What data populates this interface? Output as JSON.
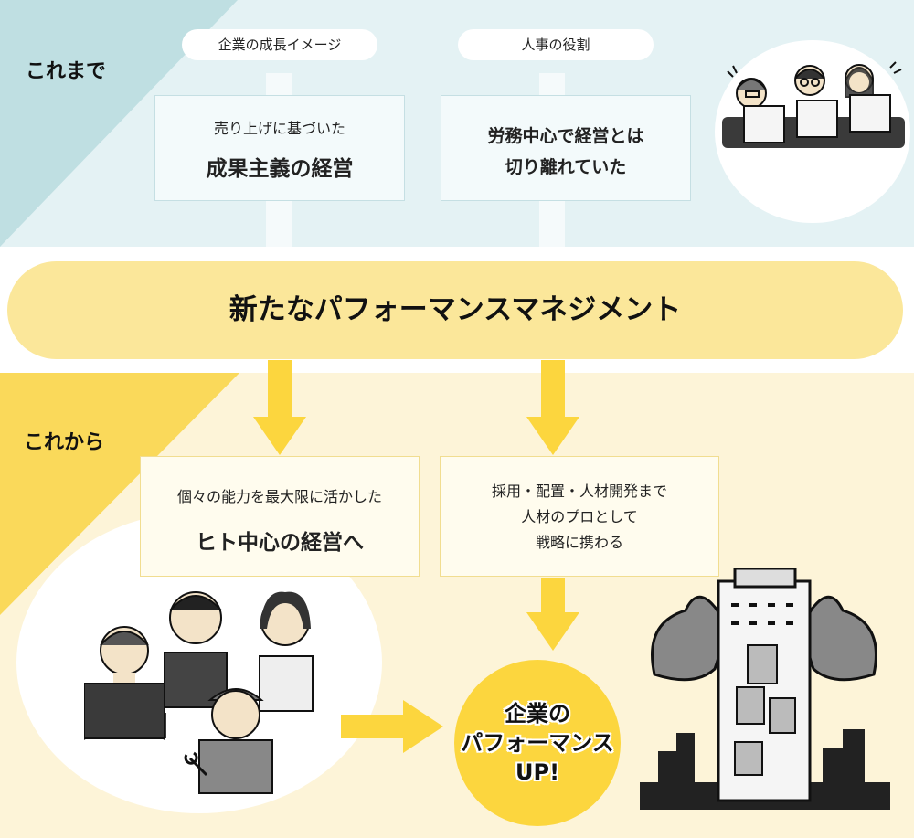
{
  "past": {
    "label": "これまで",
    "growth_tag": "企業の成長イメージ",
    "hr_tag": "人事の役割",
    "growth_small": "売り上げに基づいた",
    "growth_big": "成果主義の経営",
    "hr_line1": "労務中心で経営とは",
    "hr_line2": "切り離れていた"
  },
  "banner": "新たなパフォーマンスマネジメント",
  "future": {
    "label": "これから",
    "people_small": "個々の能力を最大限に活かした",
    "people_big": "ヒト中心の経営へ",
    "hr_line1": "採用・配置・人材開発まで",
    "hr_line2": "人材のプロとして",
    "hr_line3": "戦略に携わる"
  },
  "goal": {
    "line1": "企業の",
    "line2": "パフォーマンス",
    "line3": "UP!"
  },
  "colors": {
    "top_bg": "#e4f2f4",
    "top_accent": "#bfdfe2",
    "bottom_bg": "#fdf4d8",
    "bottom_accent": "#fad95a",
    "arrow": "#fcd63e",
    "banner": "#fbe79a"
  }
}
